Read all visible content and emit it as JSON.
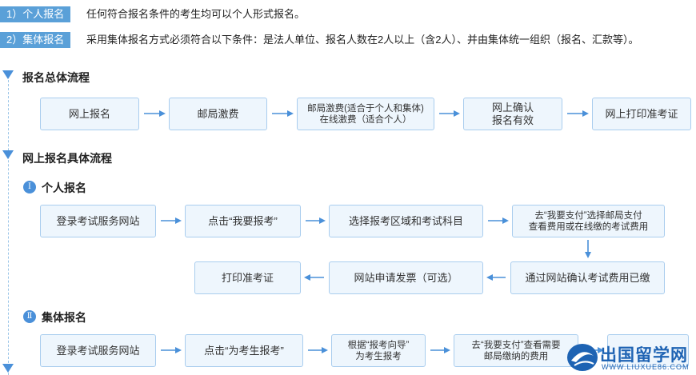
{
  "intro": {
    "row1": {
      "tag": "1）个人报名",
      "text": "任何符合报名条件的考生均可以个人形式报名。"
    },
    "row2": {
      "tag": "2）集体报名",
      "text": "采用集体报名方式必须符合以下条件：是法人单位、报名人数在2人以上（含2人）、并由集体统一组织（报名、汇款等）。"
    }
  },
  "overall": {
    "title": "报名总体流程",
    "steps": [
      "网上报名",
      "邮局激费",
      "邮局激费(适合于个人和集体)\n在线激费（适合个人）",
      "网上确认\n报名有效",
      "网上打印准考证"
    ]
  },
  "online": {
    "title": "网上报名具体流程",
    "personal": {
      "numeral": "Ⅰ",
      "title": "个人报名",
      "row1": [
        "登录考试服务网站",
        "点击“我要报考”",
        "选择报考区域和考试科目",
        "去“我要支付”选择邮局支付\n查看费用或在线缴的考试费用"
      ],
      "row2": [
        "打印准考证",
        "网站申请发票（可选）",
        "通过网站确认考试费用已缴"
      ]
    },
    "group": {
      "numeral": "Ⅱ",
      "title": "集体报名",
      "row1": [
        "登录考试服务网站",
        "点击“为考生报考”",
        "根据“报考向导”\n为考生报考",
        "去“我要支付”查看需要\n邮局缴纳的费用",
        ""
      ]
    }
  },
  "watermark": {
    "name": "出国留学网",
    "url": "WWW.LIUXUE86.COM"
  },
  "colors": {
    "accent": "#4a90d9",
    "box_bg": "#eef6fd",
    "box_border": "#a9cdee",
    "tag_bg": "#5aa0d8"
  }
}
